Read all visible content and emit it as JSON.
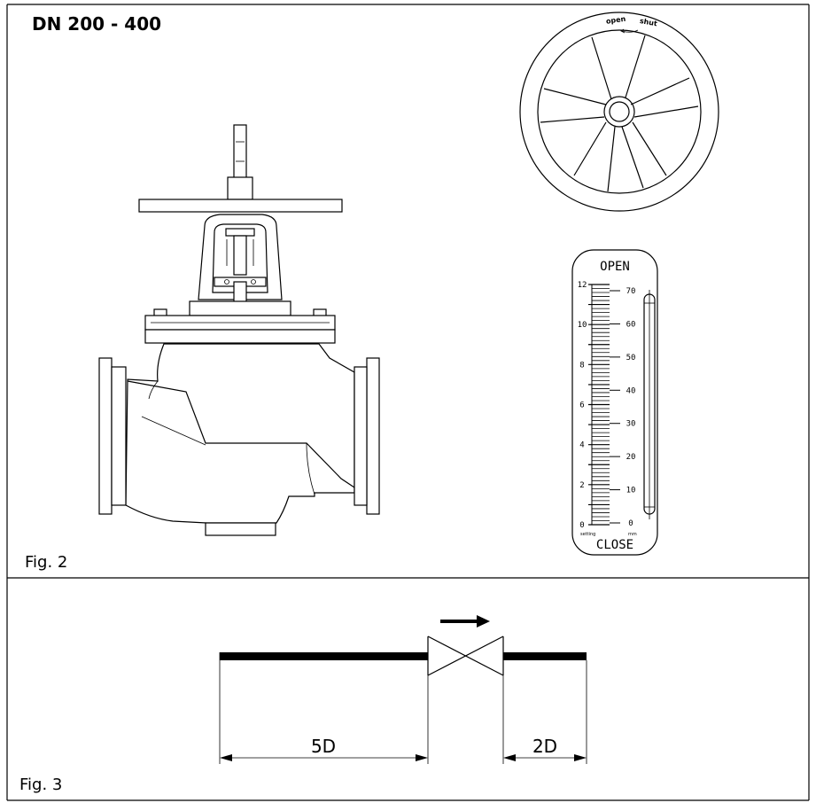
{
  "fig2": {
    "title": "DN 200 - 400",
    "caption": "Fig. 2",
    "handwheel": {
      "open_label": "open",
      "shut_label": "shut"
    },
    "scale": {
      "top_label": "OPEN",
      "bottom_label": "CLOSE",
      "left_ticks": [
        "0",
        "2",
        "4",
        "6",
        "8",
        "10",
        "12"
      ],
      "right_ticks": [
        "0",
        "10",
        "20",
        "30",
        "40",
        "50",
        "60",
        "70"
      ],
      "left_unit": "setting",
      "right_unit": "mm"
    }
  },
  "fig3": {
    "caption": "Fig. 3",
    "upstream_label": "5D",
    "downstream_label": "2D"
  }
}
